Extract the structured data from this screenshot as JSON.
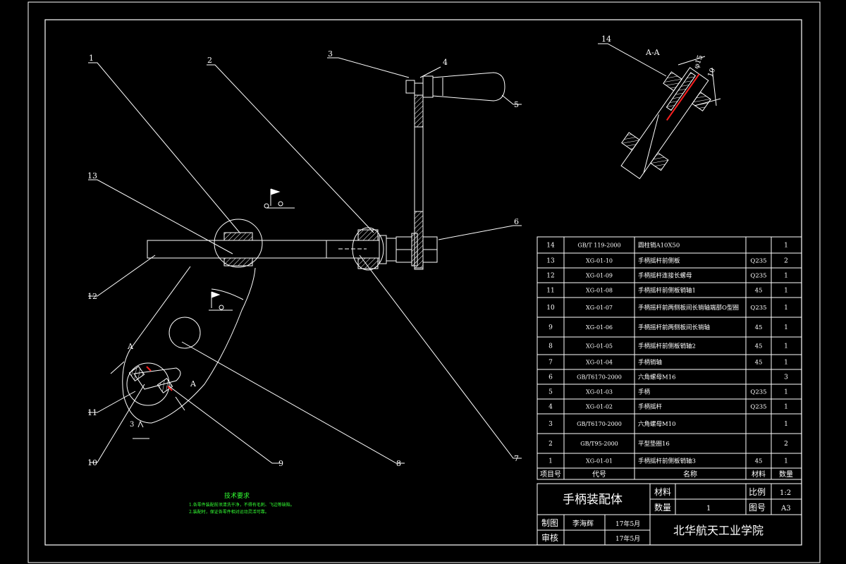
{
  "drawing": {
    "section_label": "A-A",
    "section_arrow_label": "A",
    "balloons": [
      "1",
      "2",
      "3",
      "4",
      "5",
      "6",
      "7",
      "8",
      "9",
      "10",
      "11",
      "12",
      "13",
      "14"
    ],
    "roughness_values": [
      "3"
    ]
  },
  "section_dims": [
    "10",
    "φ15"
  ],
  "tech_requirements": {
    "title": "技术要求",
    "lines": [
      "1.各零件装配前须清洗干净，不得有毛刺、飞边等缺陷。",
      "2.装配时，保证各零件相对运动灵活可靠。"
    ]
  },
  "bom": {
    "header": {
      "no": "项目号",
      "code": "代号",
      "name": "名称",
      "material": "材料",
      "qty": "数量"
    },
    "rows": [
      {
        "no": "14",
        "code": "GB/T 119-2000",
        "name": "圆柱销A10X50",
        "material": "",
        "qty": "1"
      },
      {
        "no": "13",
        "code": "XG-01-10",
        "name": "手柄摇杆前侧板",
        "material": "Q235",
        "qty": "2"
      },
      {
        "no": "12",
        "code": "XG-01-09",
        "name": "手柄摇杆连接长螺母",
        "material": "Q235",
        "qty": "1"
      },
      {
        "no": "11",
        "code": "XG-01-08",
        "name": "手柄摇杆前侧板销轴1",
        "material": "45",
        "qty": "1"
      },
      {
        "no": "10",
        "code": "XG-01-07",
        "name": "手柄摇杆前两侧板间长销轴端部O型圈",
        "material": "Q235",
        "qty": "1"
      },
      {
        "no": "9",
        "code": "XG-01-06",
        "name": "手柄摇杆前两侧板间长销轴",
        "material": "45",
        "qty": "1"
      },
      {
        "no": "8",
        "code": "XG-01-05",
        "name": "手柄摇杆前侧板销轴2",
        "material": "45",
        "qty": "1"
      },
      {
        "no": "7",
        "code": "XG-01-04",
        "name": "手柄销轴",
        "material": "45",
        "qty": "1"
      },
      {
        "no": "6",
        "code": "GB/T6170-2000",
        "name": "六角螺母M16",
        "material": "",
        "qty": "3"
      },
      {
        "no": "5",
        "code": "XG-01-03",
        "name": "手柄",
        "material": "Q235",
        "qty": "1"
      },
      {
        "no": "4",
        "code": "XG-01-02",
        "name": "手柄摇杆",
        "material": "Q235",
        "qty": "1"
      },
      {
        "no": "3",
        "code": "GB/T6170-2000",
        "name": "六角螺母M10",
        "material": "",
        "qty": "1"
      },
      {
        "no": "2",
        "code": "GB/T95-2000",
        "name": "平型垫圈16",
        "material": "",
        "qty": "2"
      },
      {
        "no": "1",
        "code": "XG-01-01",
        "name": "手柄摇杆前侧板销轴3",
        "material": "45",
        "qty": "1"
      }
    ]
  },
  "title_block": {
    "title": "手柄装配体",
    "material_label": "材料",
    "material_value": "",
    "scale_label": "比例",
    "scale_value": "1:2",
    "qty_label": "数量",
    "qty_value": "1",
    "sheet_label": "图号",
    "sheet_value": "A3",
    "drawn_label": "制图",
    "drawn_name": "李海辉",
    "drawn_date": "17年5月",
    "check_label": "审核",
    "check_name": "",
    "check_date": "17年5月",
    "school": "北华航天工业学院"
  },
  "colors": {
    "line": "#ffffff",
    "hatch": "#ffffff",
    "accent_red": "#ff2020",
    "tech_green": "#33ff33",
    "background": "#000000"
  }
}
